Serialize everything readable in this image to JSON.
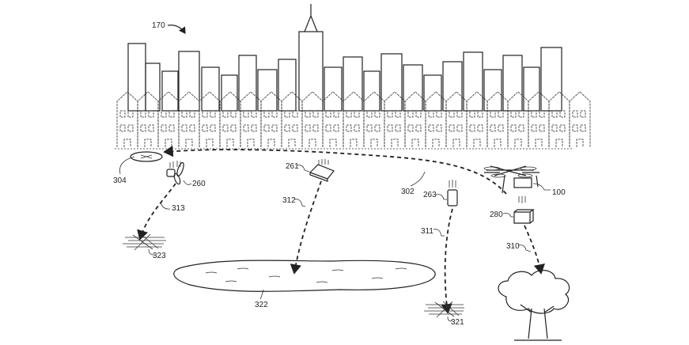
{
  "figure": {
    "labels": {
      "city": "170",
      "landing_pad": "304",
      "item_260": "260",
      "item_261": "261",
      "item_263": "263",
      "uav": "100",
      "package": "280",
      "path_302": "302",
      "path_310": "310",
      "path_311": "311",
      "path_312": "312",
      "path_313": "313",
      "lake": "322",
      "ground_321": "321",
      "ground_323": "323"
    }
  }
}
